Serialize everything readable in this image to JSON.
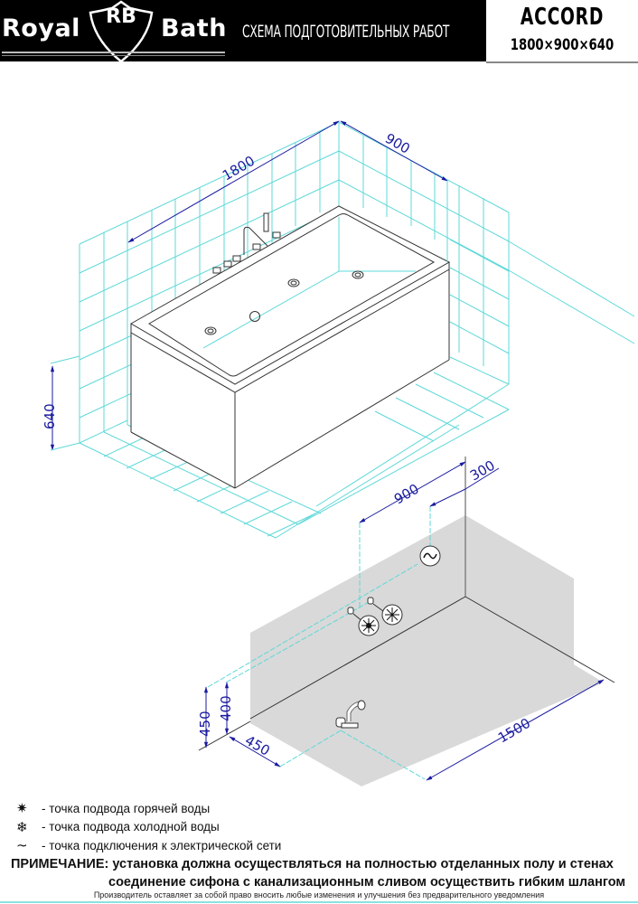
{
  "header": {
    "brand_left": "Royal",
    "brand_logo": "RB",
    "brand_right": "Bath",
    "scheme_title": "СХЕМА ПОДГОТОВИТЕЛЬНЫХ РАБОТ",
    "model_name": "ACCORD",
    "model_dims": "1800×900×640"
  },
  "colors": {
    "tile_grid": "#5fd8d8",
    "dimension_line": "#1a1aa0",
    "floor_fill": "#d9d9d9",
    "outline": "#222222"
  },
  "bath_view": {
    "dimensions": {
      "length": "1800",
      "width": "900",
      "height": "640"
    }
  },
  "connections_view": {
    "dimensions": {
      "hot_cold_offset": "900",
      "electric_offset": "300",
      "hot_height": "450",
      "cold_height": "400",
      "drain_offset_side": "450",
      "drain_offset_length": "1500"
    },
    "icons": [
      "electric-socket-icon",
      "hot-water-icon",
      "cold-water-icon",
      "drain-siphon-icon"
    ]
  },
  "legend": {
    "items": [
      {
        "icon": "✷",
        "name": "hot-water-icon",
        "text": "- точка подвода горячей воды"
      },
      {
        "icon": "❄",
        "name": "cold-water-icon",
        "text": "- точка подвода холодной воды"
      },
      {
        "icon": "∼",
        "name": "electric-icon",
        "text": "- точка подключения к электрической сети"
      }
    ]
  },
  "note": {
    "label": "ПРИМЕЧАНИЕ:",
    "line1": "установка должна осуществляться на полностью отделанных полу и стенах",
    "line2": "соединение сифона с канализационным сливом осуществить гибким шлангом"
  },
  "disclaimer": "Производитель оставляет за собой право вносить любые изменения и улучшения без предварительного уведомления"
}
